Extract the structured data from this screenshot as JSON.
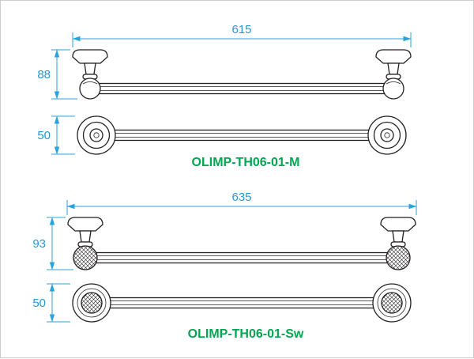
{
  "products": [
    {
      "label": "OLIMP-TH06-01-M",
      "length": "615",
      "height": "88",
      "depth": "50"
    },
    {
      "label": "OLIMP-TH06-01-Sw",
      "length": "635",
      "height": "93",
      "depth": "50"
    }
  ],
  "colors": {
    "dimension_blue": "#29a3dc",
    "label_green": "#00a651",
    "drawing_dark": "#231f20"
  }
}
